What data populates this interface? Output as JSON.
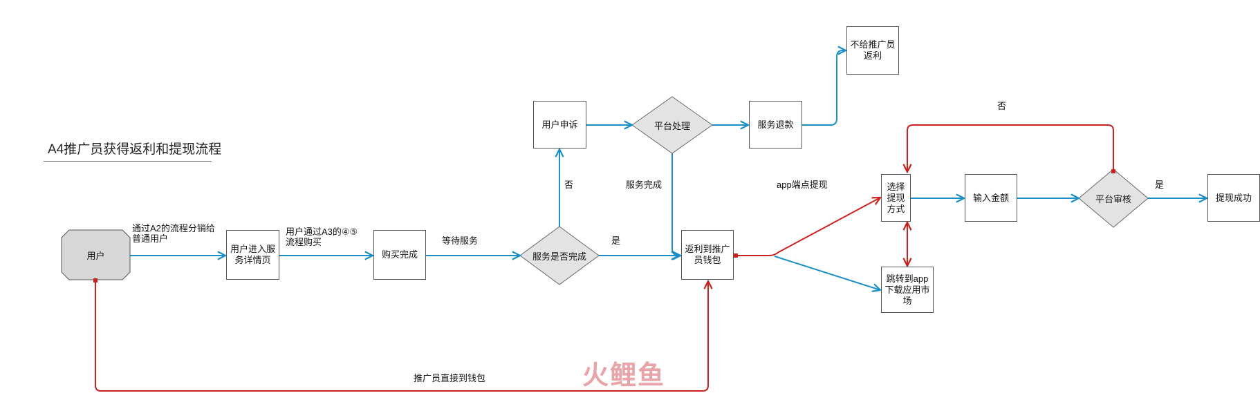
{
  "title": "A4推广员获得返利和提现流程",
  "nodes": {
    "user": "用户",
    "enter_detail": "用户进入服务详情页",
    "purchase_done": "购买完成",
    "service_done_q": "服务是否完成",
    "user_appeal": "用户申诉",
    "platform_handle": "平台处理",
    "service_refund": "服务退款",
    "no_rebate": "不给推广员返利",
    "rebate_wallet": "返利到推广员钱包",
    "choose_withdraw": "选择提现方式",
    "jump_app": "跳转到app下载应用市场",
    "input_amount": "输入金额",
    "platform_review": "平台审核",
    "withdraw_success": "提现成功"
  },
  "edge_labels": {
    "via_a2": "通过A2的流程分销给\n普通用户",
    "via_a3": "用户通过A3的④⑤\n流程购买",
    "wait_service": "等待服务",
    "yes1": "是",
    "no1": "否",
    "service_completed": "服务完成",
    "app_withdraw": "app端点提现",
    "no2": "否",
    "yes2": "是",
    "direct_wallet": "推广员直接到钱包"
  },
  "watermark": "火鲤鱼",
  "colors": {
    "flow": "#1a8fc7",
    "rebate": "#cc1f1f",
    "diamond_fill": "#e3e3e3",
    "user_fill": "#d7d7d7"
  }
}
